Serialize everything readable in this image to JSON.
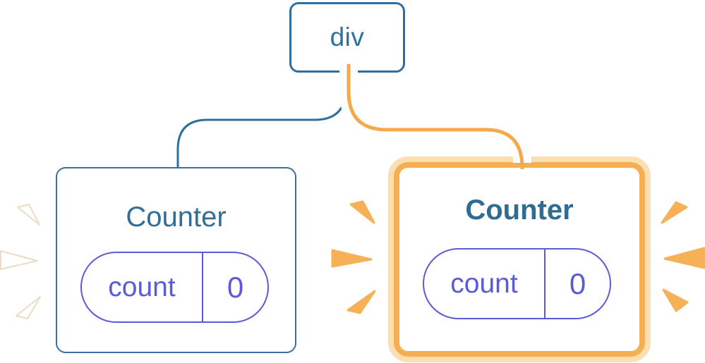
{
  "diagram": {
    "description": "React component tree: a div parent with two Counter children; the right Counter is highlighted as freshly mounted state",
    "root": {
      "label": "div"
    },
    "children": [
      {
        "title": "Counter",
        "state": {
          "name": "count",
          "value": "0"
        },
        "highlighted": false
      },
      {
        "title": "Counter",
        "state": {
          "name": "count",
          "value": "0"
        },
        "highlighted": true
      }
    ]
  },
  "colors": {
    "blue_stroke": "#2E6F9E",
    "blue_text": "#2E719C",
    "title_blue": "#336E96",
    "title_blue_bold": "#2E6C92",
    "purple": "#5B5BD6",
    "orange_line": "#F5A94B",
    "orange_ring": "#F6AE52",
    "orange_ring_light": "#FBDFB2",
    "spark_orange": "#F6B156",
    "spark_white": "#FFFFFF",
    "spark_white_edge": "#EADDC4"
  }
}
